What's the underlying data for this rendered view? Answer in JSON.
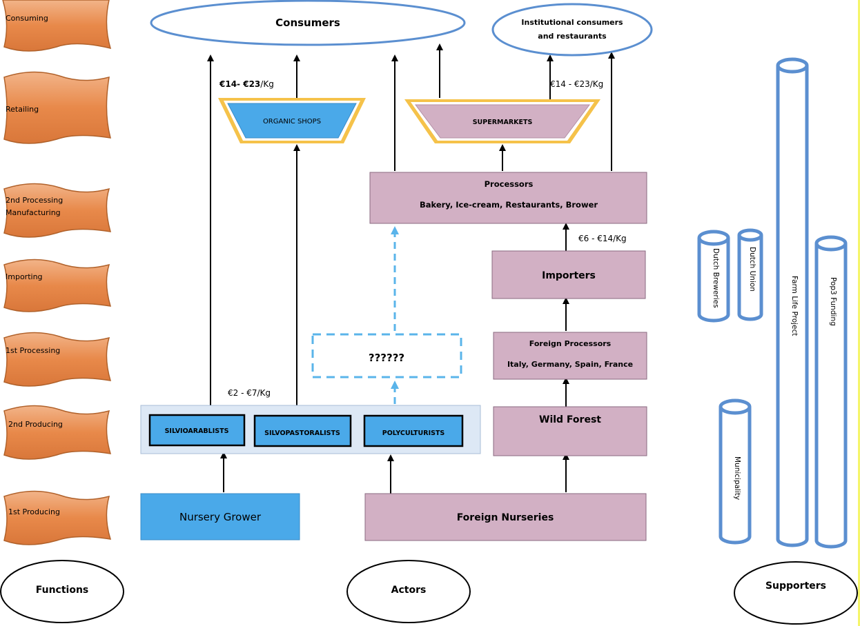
{
  "functions": {
    "heading": "Functions",
    "items": [
      {
        "id": "consuming",
        "label": [
          "Consuming"
        ]
      },
      {
        "id": "retailing",
        "label": [
          "Retailing"
        ]
      },
      {
        "id": "2nd-processing",
        "label": [
          "2nd Processing",
          "Manufacturing"
        ]
      },
      {
        "id": "importing",
        "label": [
          "Importing"
        ]
      },
      {
        "id": "1st-processing",
        "label": [
          "1st Processing"
        ]
      },
      {
        "id": "2nd-producing",
        "label": [
          "2nd Producing"
        ]
      },
      {
        "id": "1st-producing",
        "label": [
          "1st Producing"
        ]
      }
    ]
  },
  "actors": {
    "heading": "Actors",
    "consumers": "Consumers",
    "institutional": [
      "Institutional consumers",
      "and restaurants"
    ],
    "organic_shops": "ORGANIC SHOPS",
    "supermarkets": "SUPERMARKETS",
    "processors_title": "Processors",
    "processors_detail": "Bakery, Ice-cream, Restaurants,  Brower",
    "importers": "Importers",
    "foreign_processors_title": "Foreign Processors",
    "foreign_processors_detail": "Italy, Germany, Spain, France",
    "unknown": "??????",
    "wild_forest": "Wild Forest",
    "producers": [
      "SILVIOARABLISTS",
      "SILVOPASTORALISTS",
      "POLYCULTURISTS"
    ],
    "nursery_grower": "Nursery Grower",
    "foreign_nurseries": "Foreign Nurseries"
  },
  "prices": {
    "organic_retail": {
      "pre": "€14- ",
      "bold": "€23",
      "post": "/Kg"
    },
    "supermarket_retail": "€14 - €23/Kg",
    "import_price": "€6 - €14/Kg",
    "producer_price": "€2 - €7/Kg"
  },
  "supporters": {
    "heading": "Supporters",
    "items": [
      "Dutch Breweries",
      "Dutch Union",
      "Farm Life Project",
      "Pop3 Funding",
      "Municipality"
    ]
  },
  "colors": {
    "function_orange": "#e8894a",
    "function_stroke": "#b0612a",
    "blue_fill": "#4aa9e9",
    "pink_fill": "#d2b0c4",
    "group_fill": "#dde8f5",
    "supporter_stroke": "#5b8fd0",
    "gold_border": "#f5c24a",
    "dashed_blue": "#5ab4ea"
  }
}
